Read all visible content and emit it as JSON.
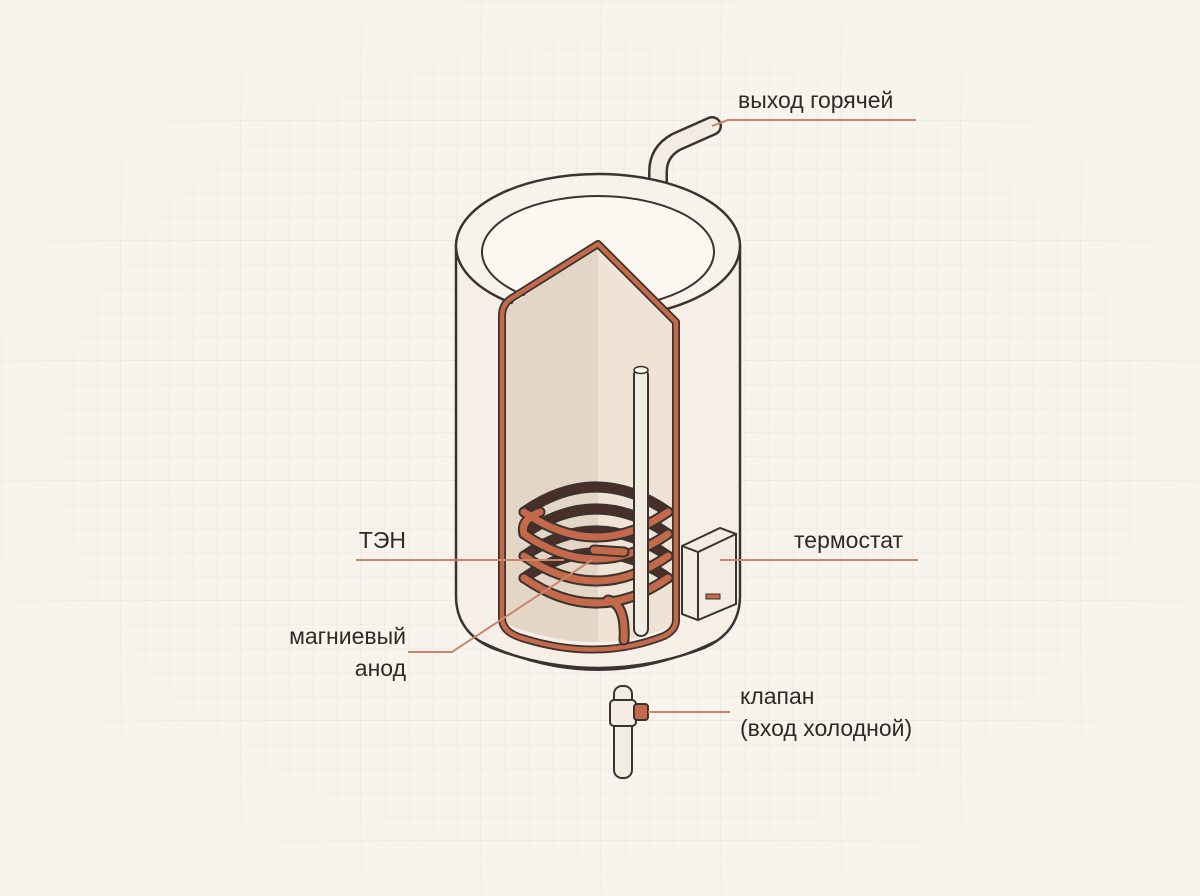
{
  "labels": {
    "hot_outlet": "выход горячей",
    "heating_element": "ТЭН",
    "thermostat": "термостат",
    "anode_line1": "магниевый",
    "anode_line2": "анод",
    "valve_line1": "клапан",
    "valve_line2": "(вход холодной)"
  },
  "colors": {
    "background": "#f7f4ee",
    "grid": "#e6e1d9",
    "tank_body": "#f5efe6",
    "tank_interior": "#e3d6c6",
    "outline": "#3a3330",
    "copper": "#c46a4a",
    "leader_line": "#c9866c"
  }
}
